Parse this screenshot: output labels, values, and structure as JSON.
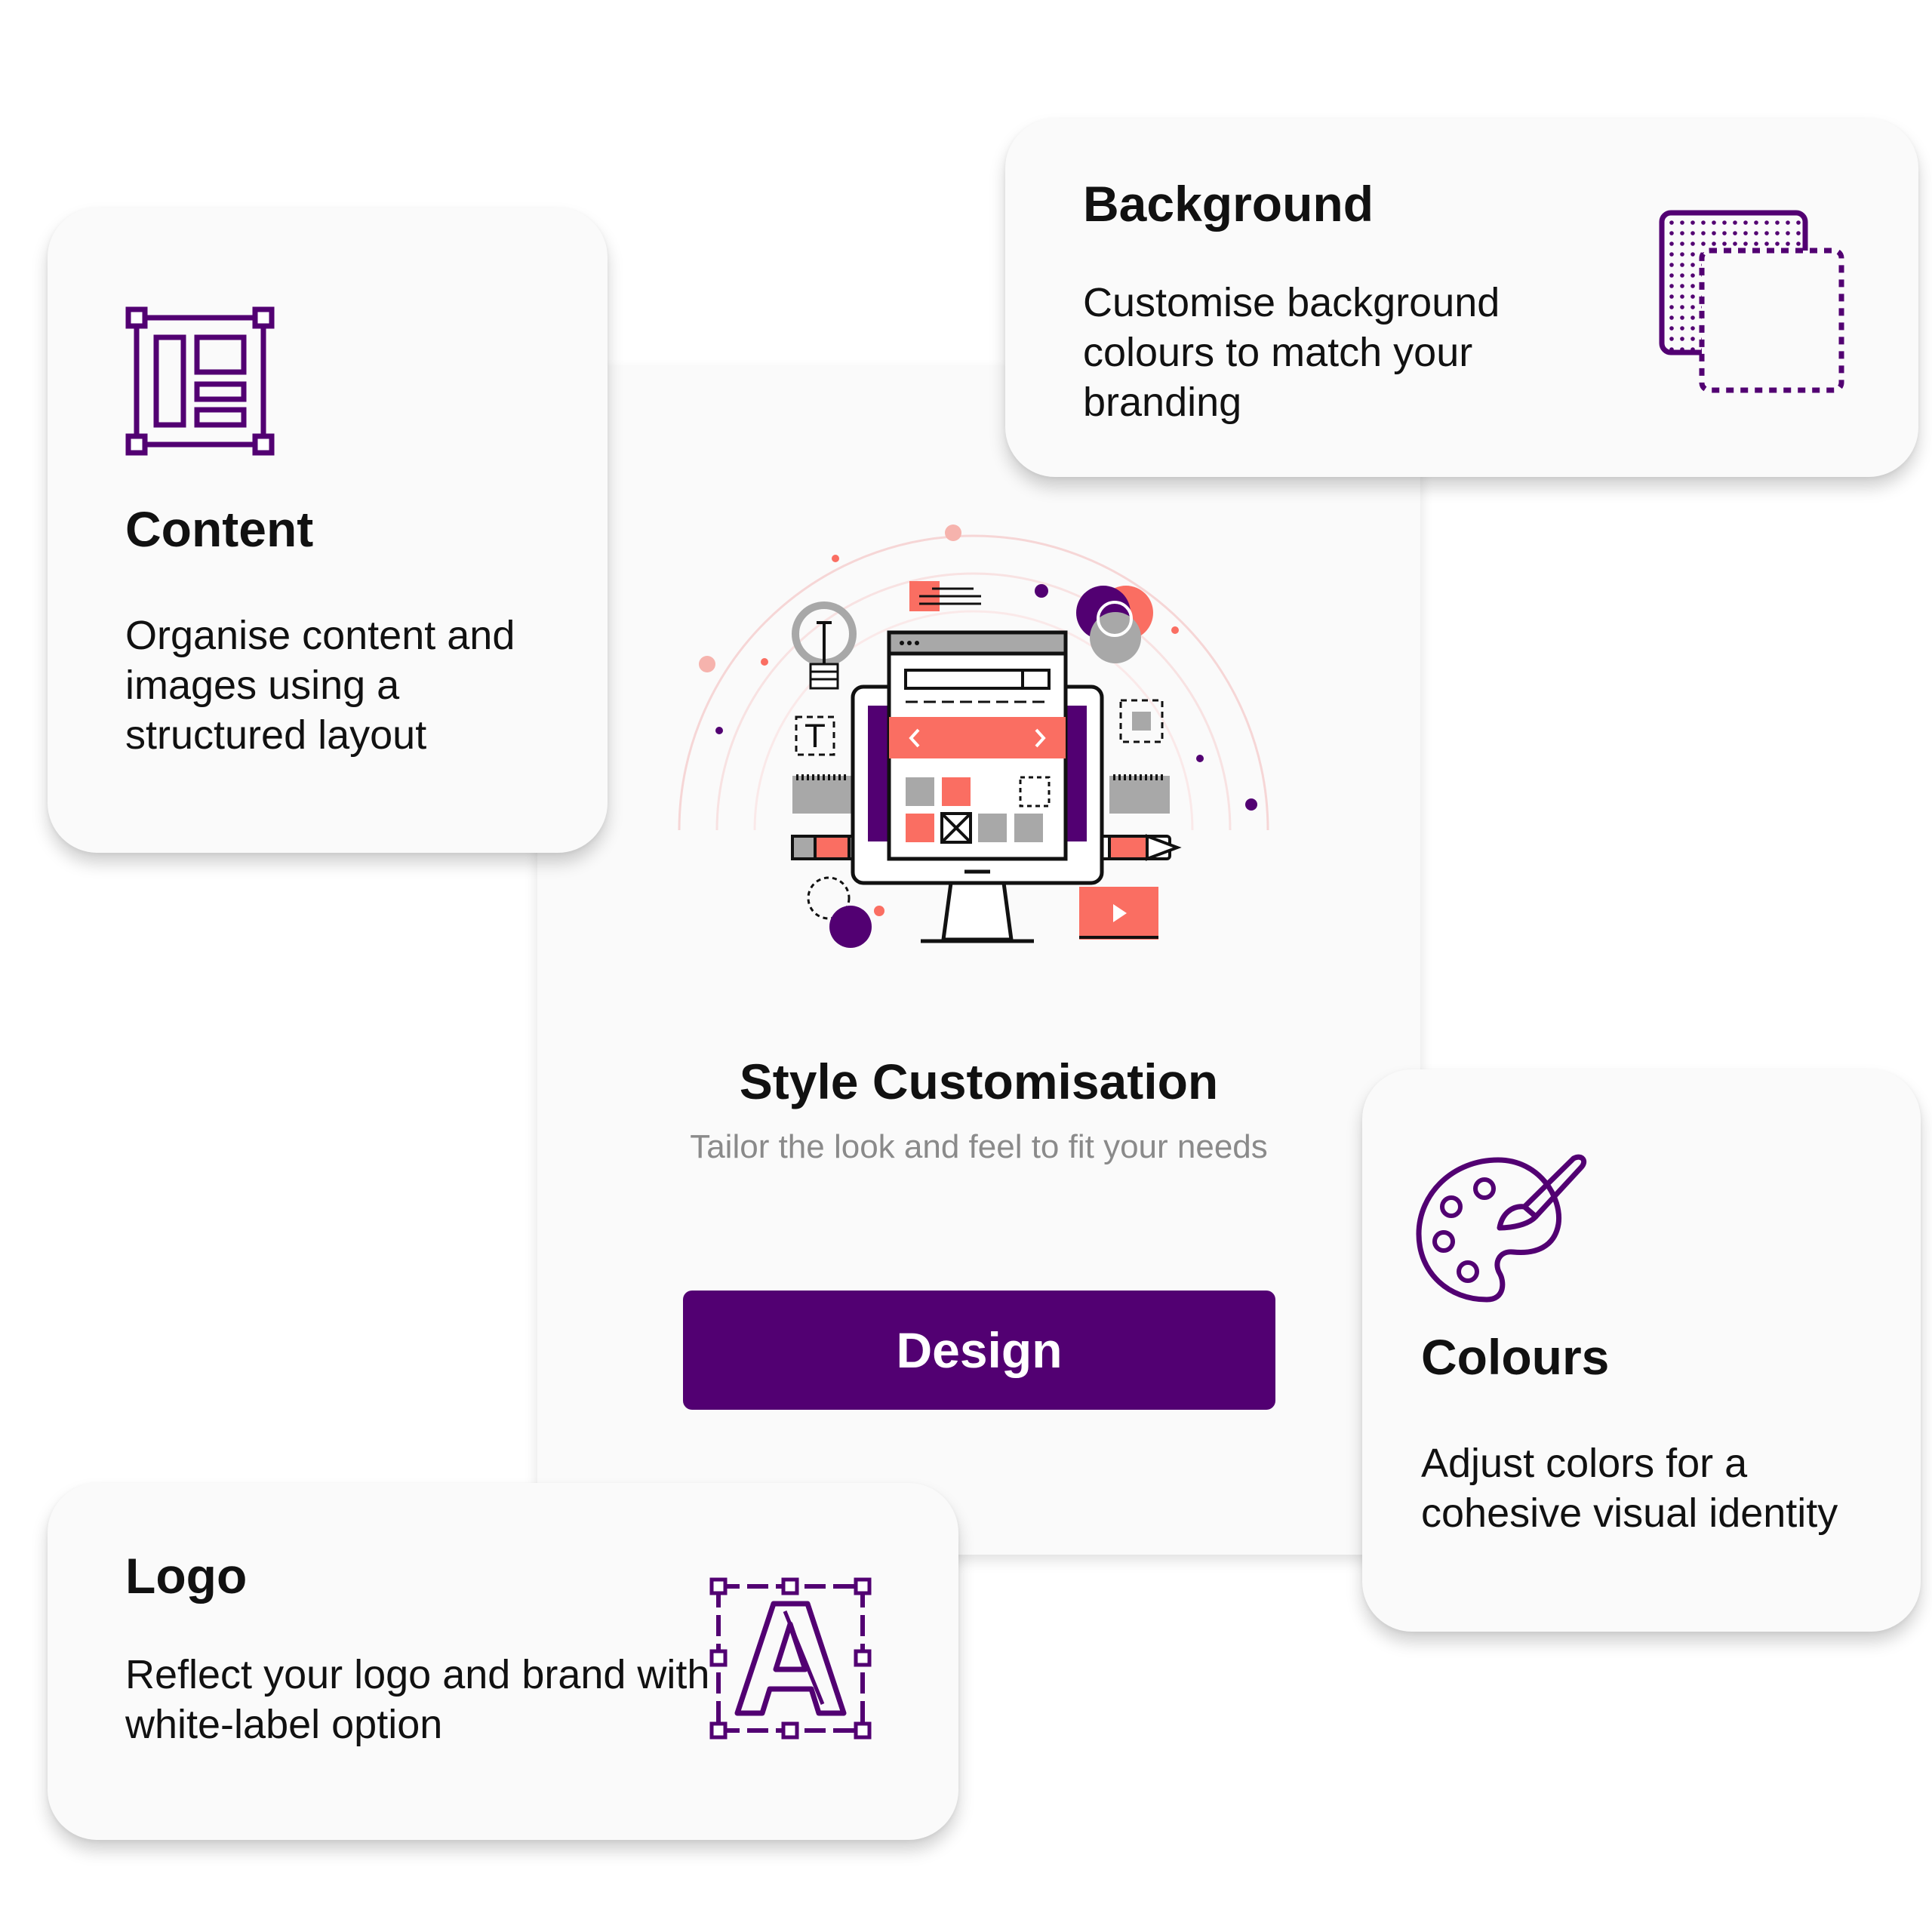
{
  "colors": {
    "accent": "#520072",
    "coral": "#fa6e62",
    "grey": "#a8a8a8",
    "card_bg": "#fafafa"
  },
  "main_card": {
    "title": "Style Customisation",
    "subtitle": "Tailor the look and feel to fit your needs",
    "button_label": "Design",
    "illustration": "web-design-monitor-illustration"
  },
  "cards": {
    "content": {
      "icon": "layout-icon",
      "title": "Content",
      "description": "Organise content and images using a structured layout"
    },
    "background": {
      "icon": "background-layers-icon",
      "title": "Background",
      "description": "Customise background colours to match your branding"
    },
    "colours": {
      "icon": "palette-icon",
      "title": "Colours",
      "description": "Adjust colors for a cohesive visual identity"
    },
    "logo": {
      "icon": "logo-letter-icon",
      "title": "Logo",
      "description": "Reflect your logo and brand with white-label option"
    }
  }
}
